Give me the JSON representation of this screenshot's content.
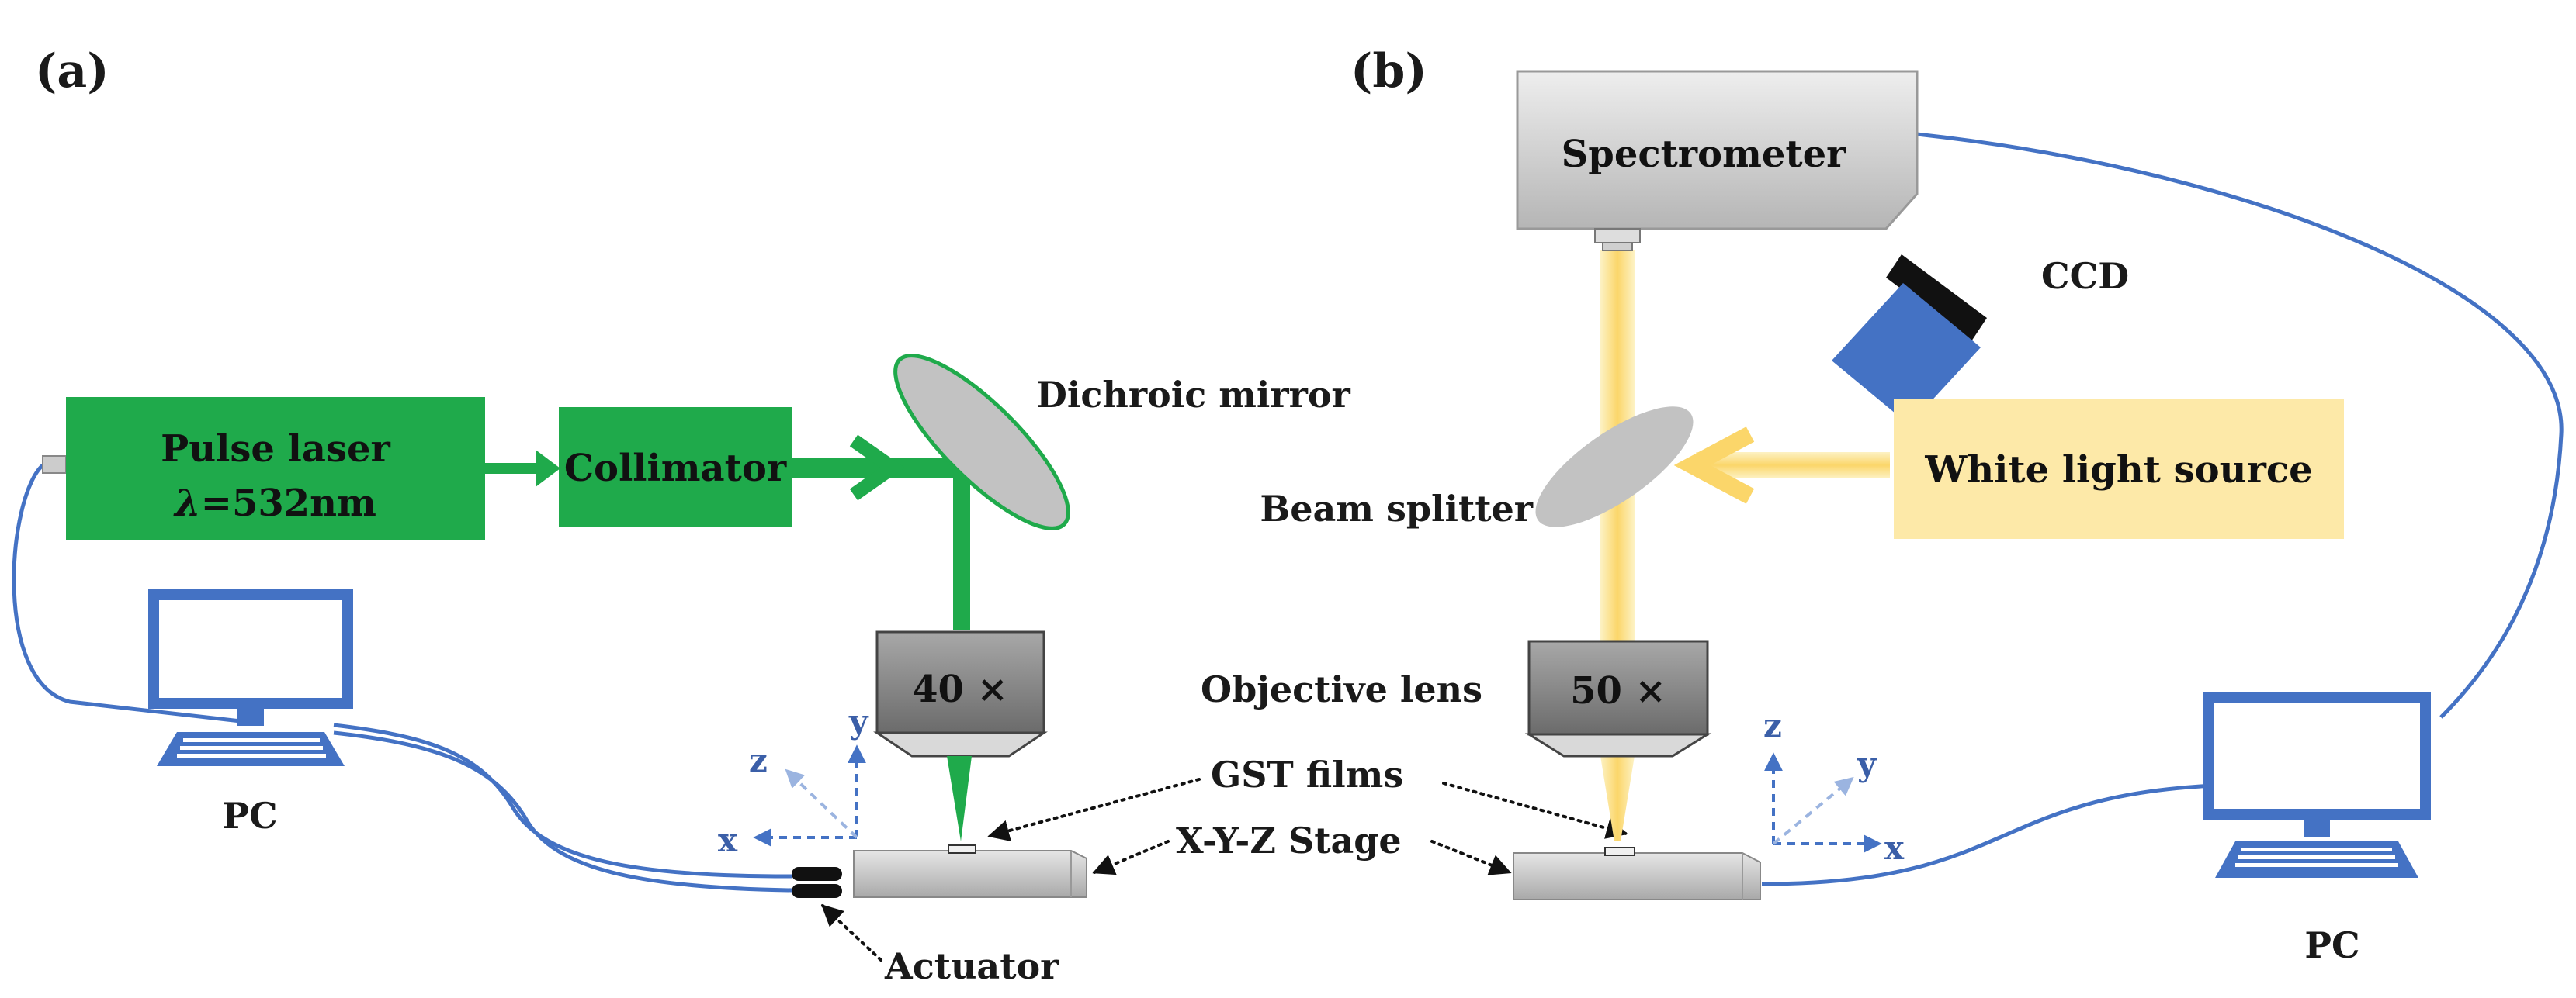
{
  "panel_a": {
    "tag": "(a)",
    "laser_line1": "Pulse laser",
    "laser_lambda": "λ",
    "laser_value": "=532nm",
    "collimator": "Collimator",
    "dichroic": "Dichroic mirror",
    "objective": "40 ×",
    "pc": "PC",
    "actuator": "Actuator",
    "axis_x": "x",
    "axis_y": "y",
    "axis_z": "z"
  },
  "panel_b": {
    "tag": "(b)",
    "spectrometer": "Spectrometer",
    "ccd": "CCD",
    "beam_splitter": "Beam splitter",
    "white_light": "White light source",
    "objective_label": "Objective lens",
    "objective": "50 ×",
    "pc": "PC",
    "axis_x": "x",
    "axis_y": "y",
    "axis_z": "z"
  },
  "shared": {
    "gst_films": "GST films",
    "stage": "X-Y-Z Stage"
  },
  "colors": {
    "laser_green": "#1faa4b",
    "beam_yellow": "#fce38a",
    "white_light_box": "#fde9a8",
    "ccd_blue": "#4472c4",
    "pc_blue": "#4472c4",
    "axis_blue": "#4472c4",
    "gray_box": "#cfcfcf"
  }
}
